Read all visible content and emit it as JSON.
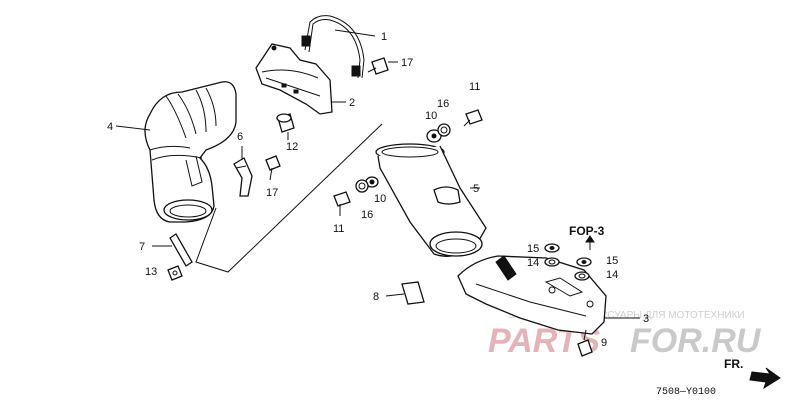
{
  "labels": {
    "p1": "1",
    "p2": "2",
    "p3": "3",
    "p4": "4",
    "p5": "5",
    "p6": "6",
    "p7": "7",
    "p8": "8",
    "p9": "9",
    "p11a": "11",
    "p11b": "11",
    "p12": "12",
    "p13": "13",
    "p14a": "14",
    "p14b": "14",
    "p15a": "15",
    "p15b": "15",
    "p16a": "16",
    "p16b": "16",
    "p17a": "17",
    "p17b": "17"
  },
  "reference": "FOP-3",
  "direction": "FR.",
  "diagram_code": "7508—Y0100",
  "watermark": {
    "tagline": "ЗАПЧАСТИ И АКСЕССУАРЫ ДЛЯ МОТОТЕХНИКИ",
    "brand_left": "PARTS",
    "brand_right": "FOR.RU"
  },
  "colors": {
    "line": "#111111",
    "watermark_red": "#e5b3b7",
    "watermark_gray": "#c9c9c9"
  }
}
